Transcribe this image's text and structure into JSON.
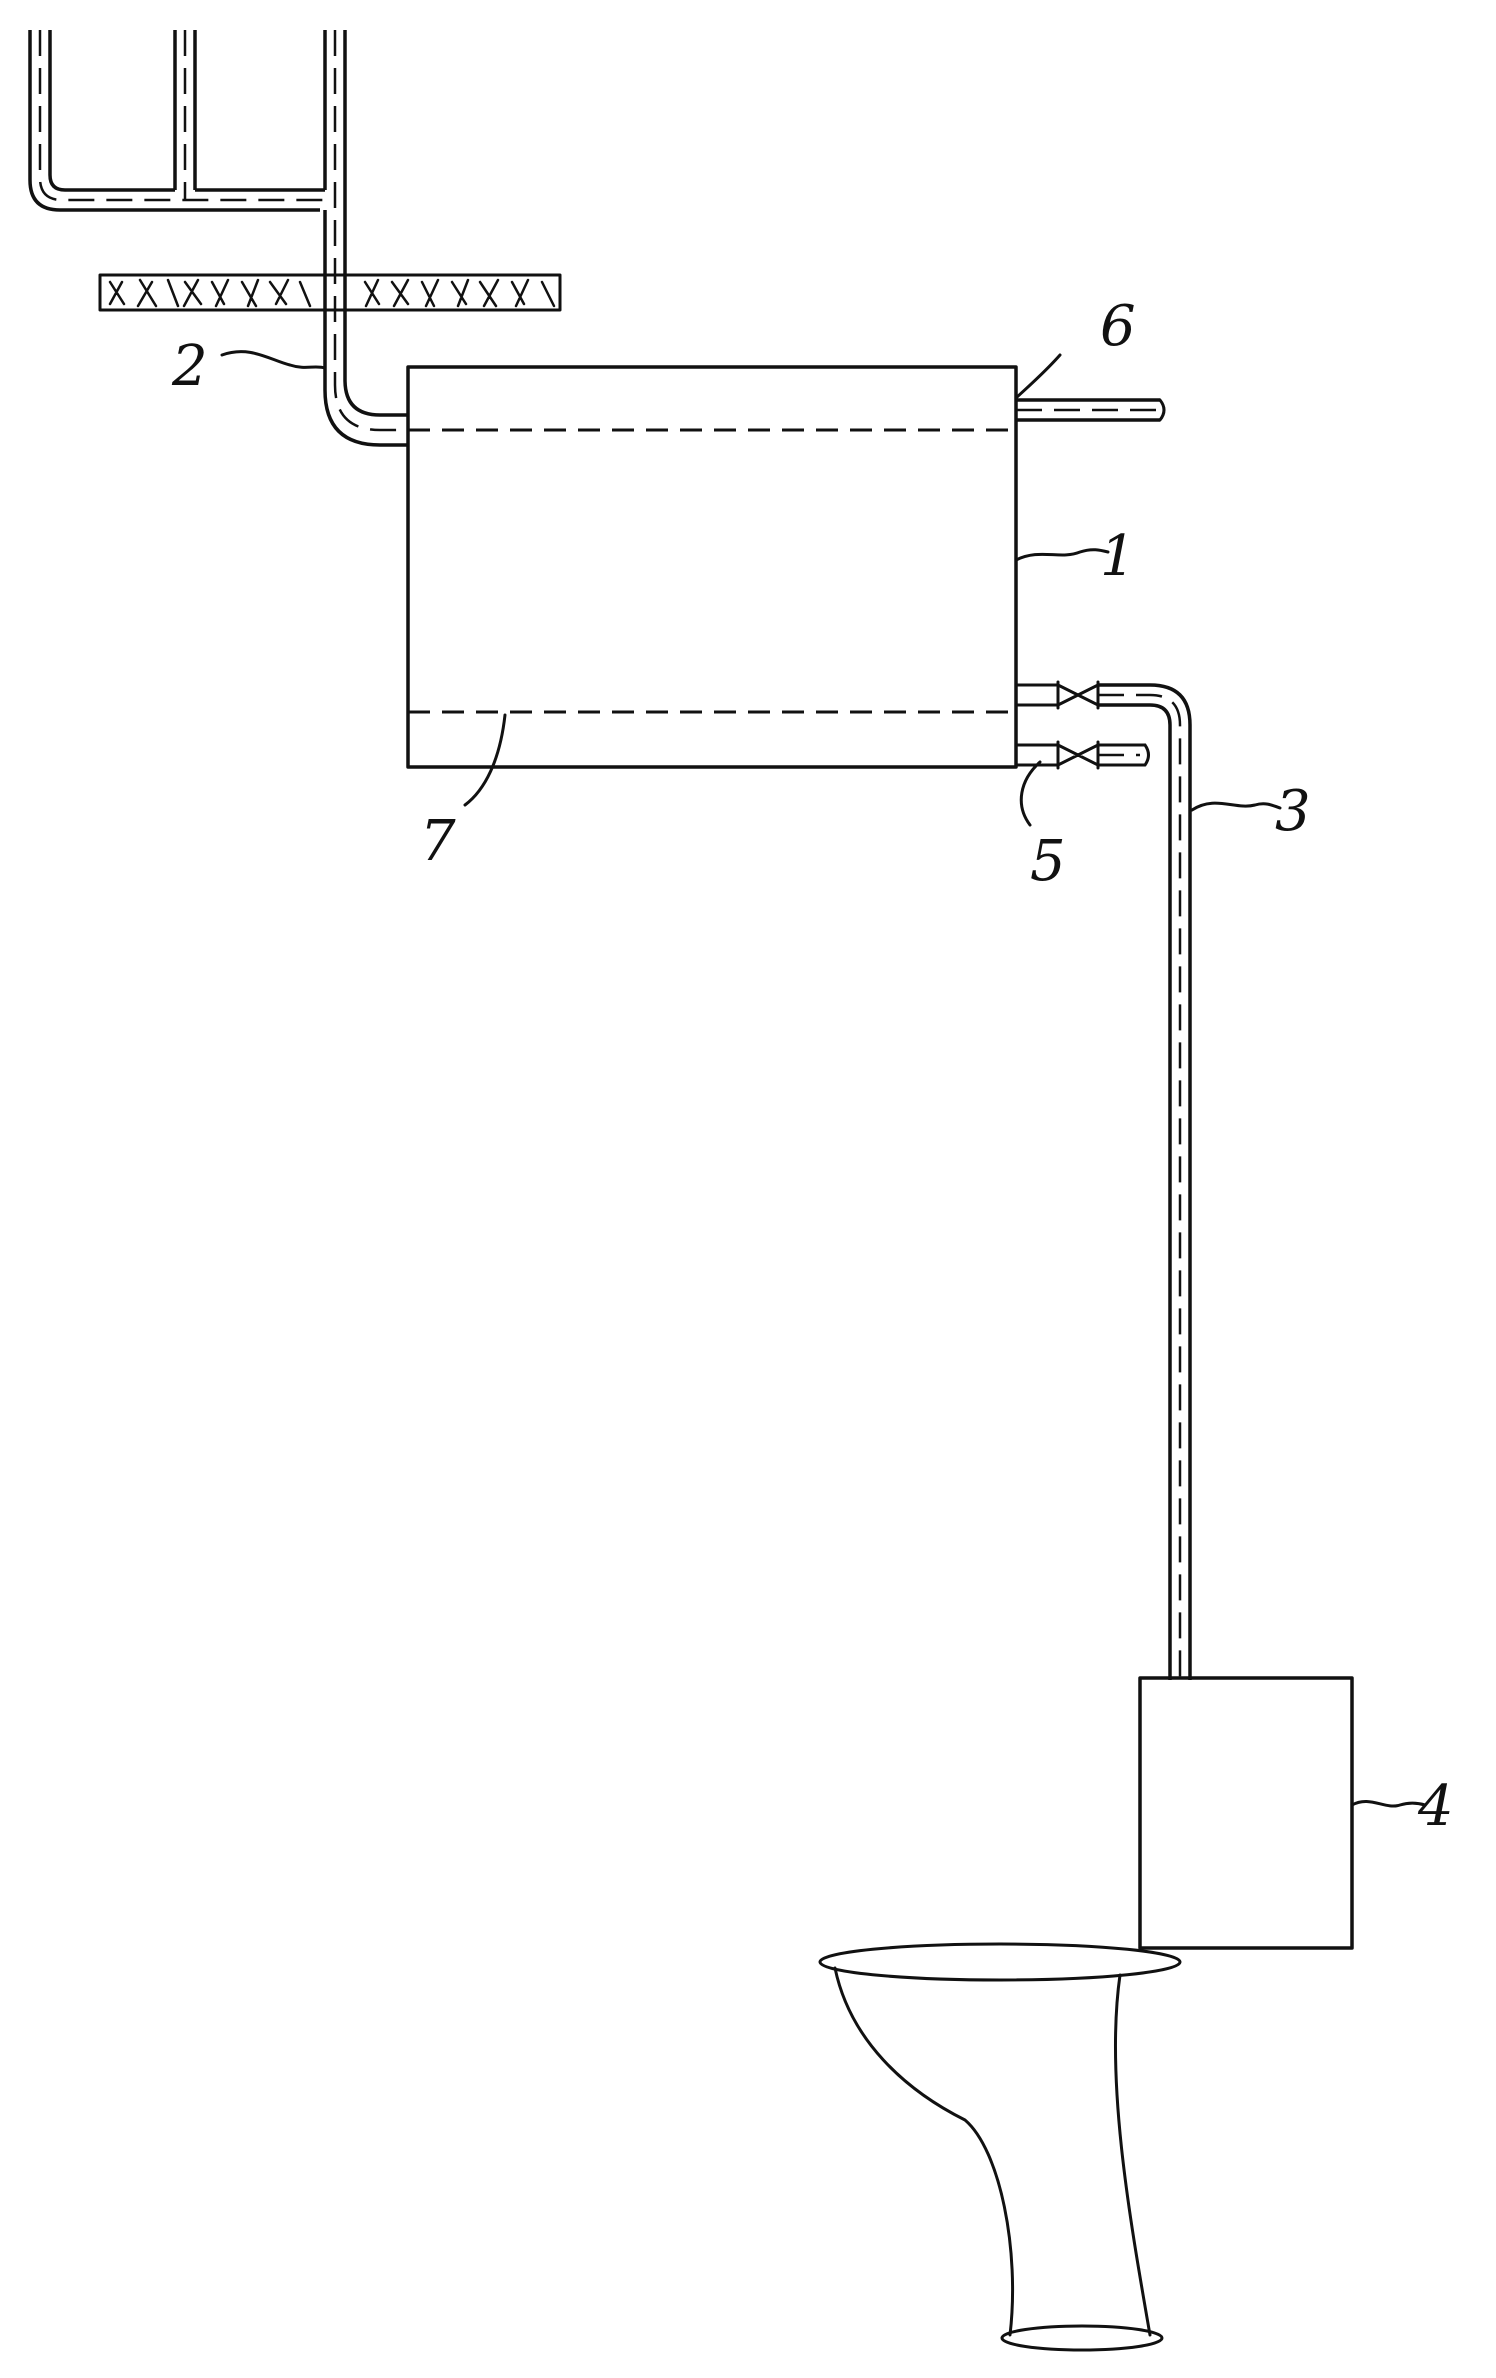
{
  "diagram": {
    "ink_color": "#111111",
    "background_color": "#ffffff",
    "labels": {
      "tank": "1",
      "inlet_pipe": "2",
      "outlet_pipe": "3",
      "cistern": "4",
      "valve": "5",
      "overflow": "6",
      "sediment_layer": "7"
    }
  }
}
